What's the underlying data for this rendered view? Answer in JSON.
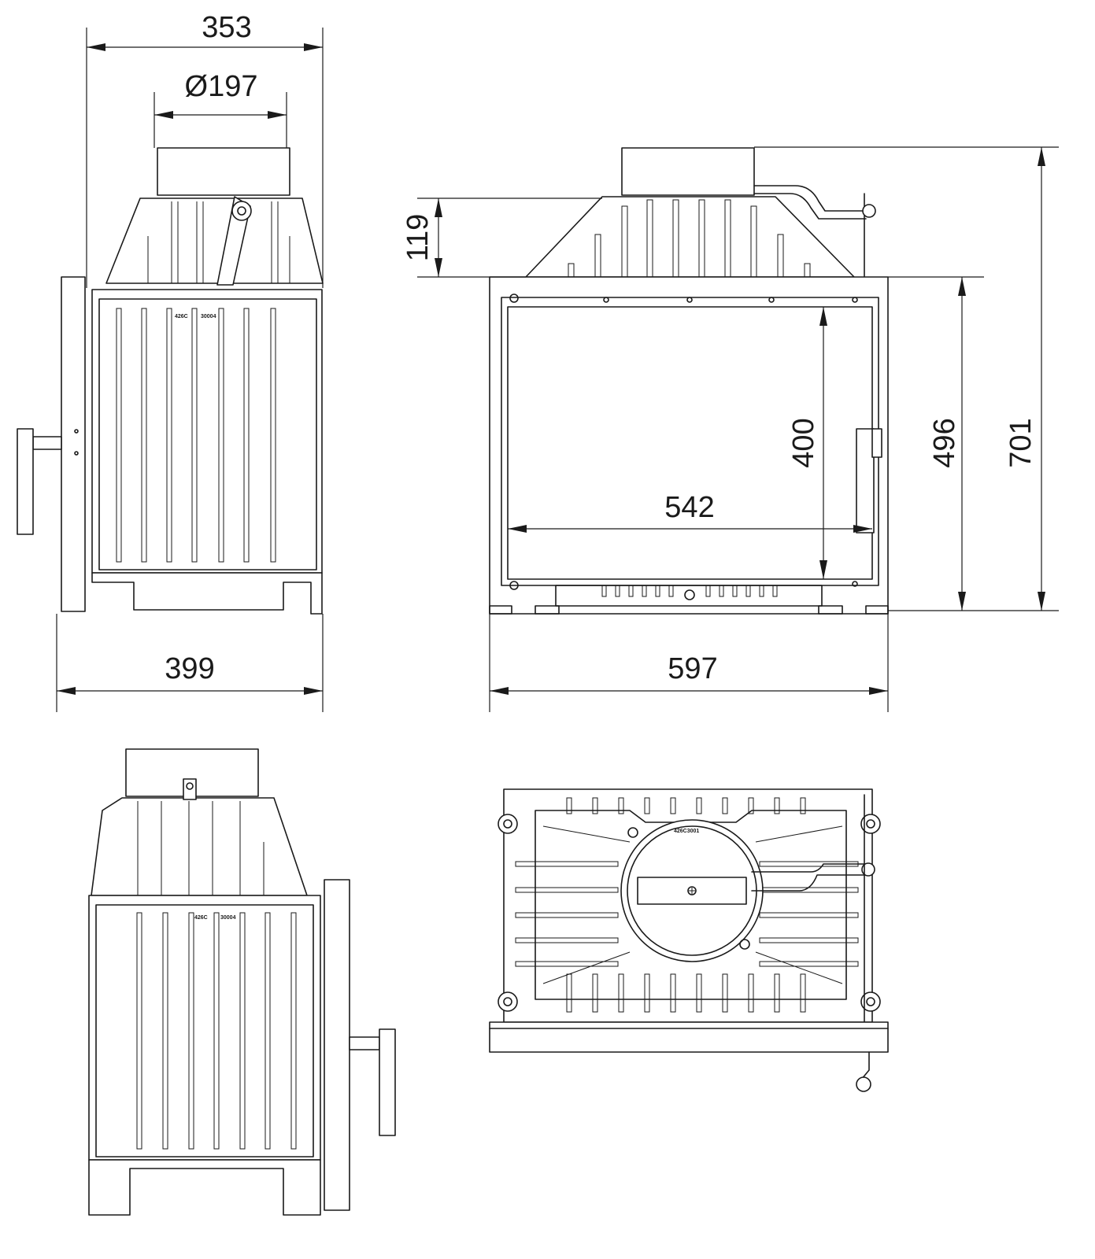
{
  "dimensions": {
    "top_width": "353",
    "flue_diameter": "Ø197",
    "bottom_width_side": "399",
    "front_width": "597",
    "glass_width": "542",
    "glass_height": "400",
    "body_height": "496",
    "total_height": "701",
    "collar_height": "119"
  },
  "markings": {
    "plate_code_a": "426C",
    "plate_code_b": "30004",
    "top_code": "426C3001"
  }
}
